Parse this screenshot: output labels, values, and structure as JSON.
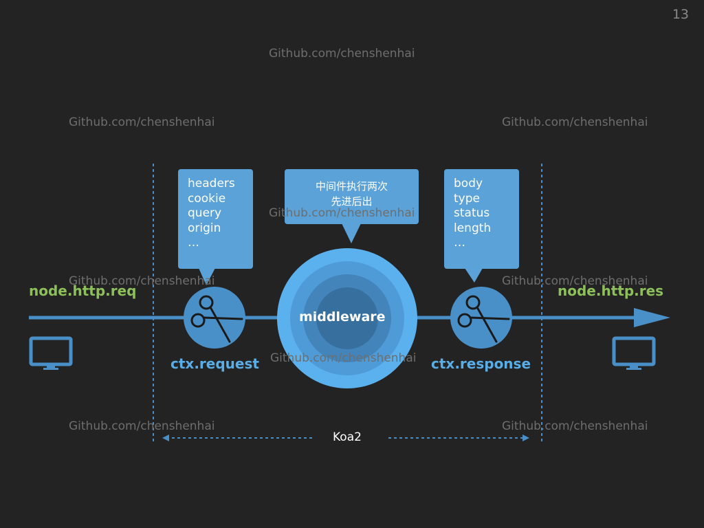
{
  "slide": {
    "page_number": "13"
  },
  "watermark": {
    "text": "Github.com/chenshenhai"
  },
  "request_side": {
    "node_label": "node.http.req",
    "ctx_label": "ctx.request",
    "fields": [
      "headers",
      "cookie",
      "query",
      "origin",
      "…"
    ]
  },
  "response_side": {
    "node_label": "node.http.res",
    "ctx_label": "ctx.response",
    "fields": [
      "body",
      "type",
      "status",
      "length",
      "…"
    ]
  },
  "middleware": {
    "label": "middleware",
    "note_lines": [
      "中间件执行两次",
      "先进后出"
    ]
  },
  "framework": {
    "label": "Koa2"
  },
  "icons": [
    "monitor-icon",
    "scissors-icon",
    "arrow-right-icon"
  ],
  "colors": {
    "background": "#232323",
    "accent_blue": "#5aa2d8",
    "green": "#8dc05a",
    "line_blue": "#4a90c8"
  }
}
